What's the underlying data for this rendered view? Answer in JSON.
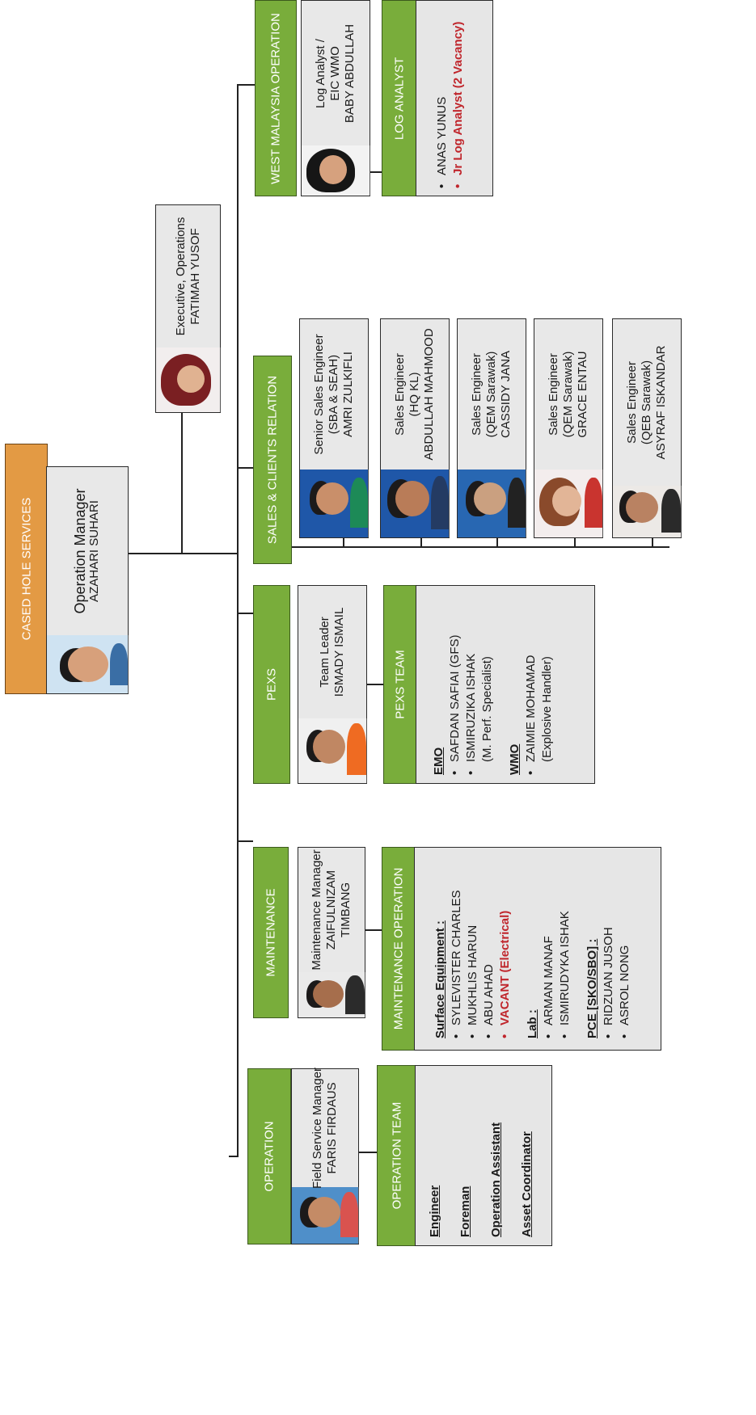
{
  "root": {
    "title": "CASED HOLE SERVICES",
    "role": "Operation Manager",
    "name": "AZAHARI SUHARI"
  },
  "executive": {
    "role": "Executive, Operations",
    "name": "FATIMAH YUSOF"
  },
  "operation": {
    "header": "OPERATION",
    "manager_role": "Field Service Manager",
    "manager_name": "FARIS FIRDAUS",
    "team_header": "OPERATION TEAM",
    "team_items": [
      "Engineer",
      "Foreman",
      "Operation Assistant",
      "Asset Coordinator"
    ]
  },
  "maintenance": {
    "header": "MAINTENANCE",
    "manager_role": "Maintenance Manager",
    "manager_name_1": "ZAIFULNIZAM",
    "manager_name_2": "TIMBANG",
    "team_header": "MAINTENANCE OPERATION",
    "surface_title": "Surface Equipment :",
    "surface": [
      "SYLEVISTER CHARLES",
      "MUKHLIS HARUN",
      "ABU AHAD"
    ],
    "vacant": "VACANT (Electrical)",
    "lab_title": "Lab :",
    "lab": [
      "ARMAN MANAF",
      "ISMIRUDYKA ISHAK"
    ],
    "pce_title": "PCE [SKO/SBO] :",
    "pce": [
      "RIDZUAN JUSOH",
      "ASROL NONG"
    ]
  },
  "pexs": {
    "header": "PEXS",
    "leader_role": "Team Leader",
    "leader_name": "ISMADY ISMAIL",
    "team_header": "PEXS TEAM",
    "emo_title": "EMO",
    "emo_1": "SAFDAN SAFIAI (GFS)",
    "emo_2": "ISMIRUZIKA ISHAK",
    "emo_2b": "(M. Perf. Specialist)",
    "wmo_title": "WMO",
    "wmo_1": "ZAIMIE MOHAMAD",
    "wmo_1b": "(Explosive Handler)"
  },
  "sales": {
    "header": "SALES & CLIENTS RELATION",
    "people": [
      {
        "l1": "Senior Sales Engineer",
        "l2": "(SBA & SEAH)",
        "l3": "AMRI ZULKIFLI"
      },
      {
        "l1": "Sales Engineer",
        "l2": "(HQ KL)",
        "l3": "ABDULLAH MAHMOOD"
      },
      {
        "l1": "Sales Engineer",
        "l2": "(QEM Sarawak)",
        "l3": "CASSIDY JANA"
      },
      {
        "l1": "Sales Engineer",
        "l2": "(QEM Sarawak)",
        "l3": "GRACE ENTAU"
      },
      {
        "l1": "Sales Engineer",
        "l2": "(QEB Sarawak)",
        "l3": "ASYRAF ISKANDAR"
      }
    ]
  },
  "west": {
    "header": "WEST MALAYSIA OPERATION",
    "analyst_l1": "Log Analyst /",
    "analyst_l2": "EIC WMO",
    "analyst_l3": "BABY ABDULLAH",
    "team_header": "LOG ANALYST",
    "item_1": "ANAS YUNUS",
    "item_2": "Jr Log Analyst (2 Vacancy)"
  },
  "colors": {
    "green": "#79ad3b",
    "orange": "#e39a44",
    "box": "#e8e8e8",
    "red": "#c0262c"
  }
}
